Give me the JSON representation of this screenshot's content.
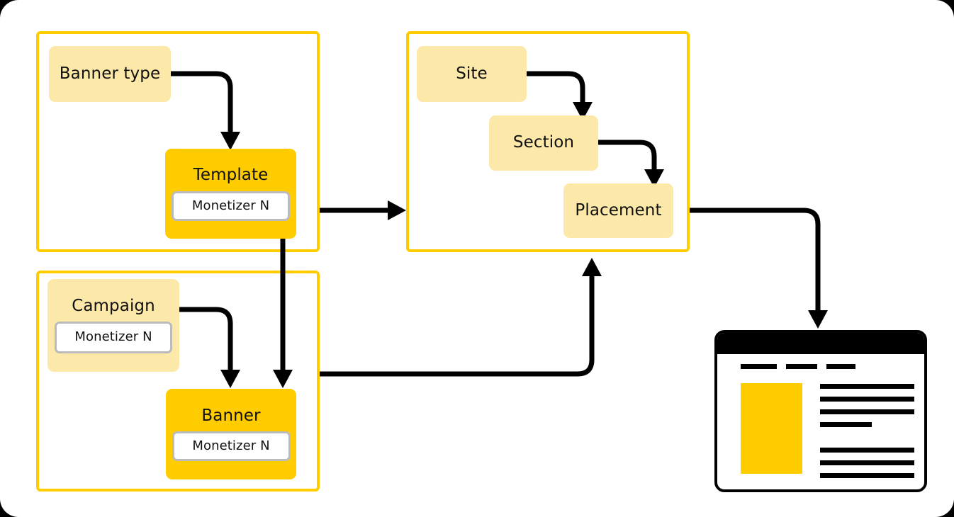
{
  "diagram": {
    "title": "Ad serving entity relationship diagram",
    "colors": {
      "panel_border": "#FFCC00",
      "node_light": "#FCE8A8",
      "node_solid": "#FFCC00",
      "chip_border": "#BBBBBB",
      "arrow": "#000000",
      "ad_slot": "#FFCC00"
    },
    "panels": [
      {
        "name": "creative-panel"
      },
      {
        "name": "campaign-panel"
      },
      {
        "name": "inventory-panel"
      }
    ],
    "nodes": {
      "banner_type": {
        "label": "Banner type"
      },
      "template": {
        "label": "Template",
        "chip": "Monetizer N"
      },
      "campaign": {
        "label": "Campaign",
        "chip": "Monetizer N"
      },
      "banner": {
        "label": "Banner",
        "chip": "Monetizer N"
      },
      "site": {
        "label": "Site"
      },
      "section": {
        "label": "Section"
      },
      "placement": {
        "label": "Placement"
      }
    },
    "edges": [
      {
        "from": "Banner type",
        "to": "Template"
      },
      {
        "from": "Template",
        "to": "Banner"
      },
      {
        "from": "Campaign",
        "to": "Banner"
      },
      {
        "from": "Template",
        "to": "Placement panel"
      },
      {
        "from": "Site",
        "to": "Section"
      },
      {
        "from": "Section",
        "to": "Placement"
      },
      {
        "from": "Banner",
        "to": "Placement"
      },
      {
        "from": "Placement",
        "to": "Web page"
      }
    ],
    "browser": {
      "name": "web-page-mockup",
      "nav_items": 3,
      "ad_slot_label": "",
      "text_lines": 7
    }
  }
}
